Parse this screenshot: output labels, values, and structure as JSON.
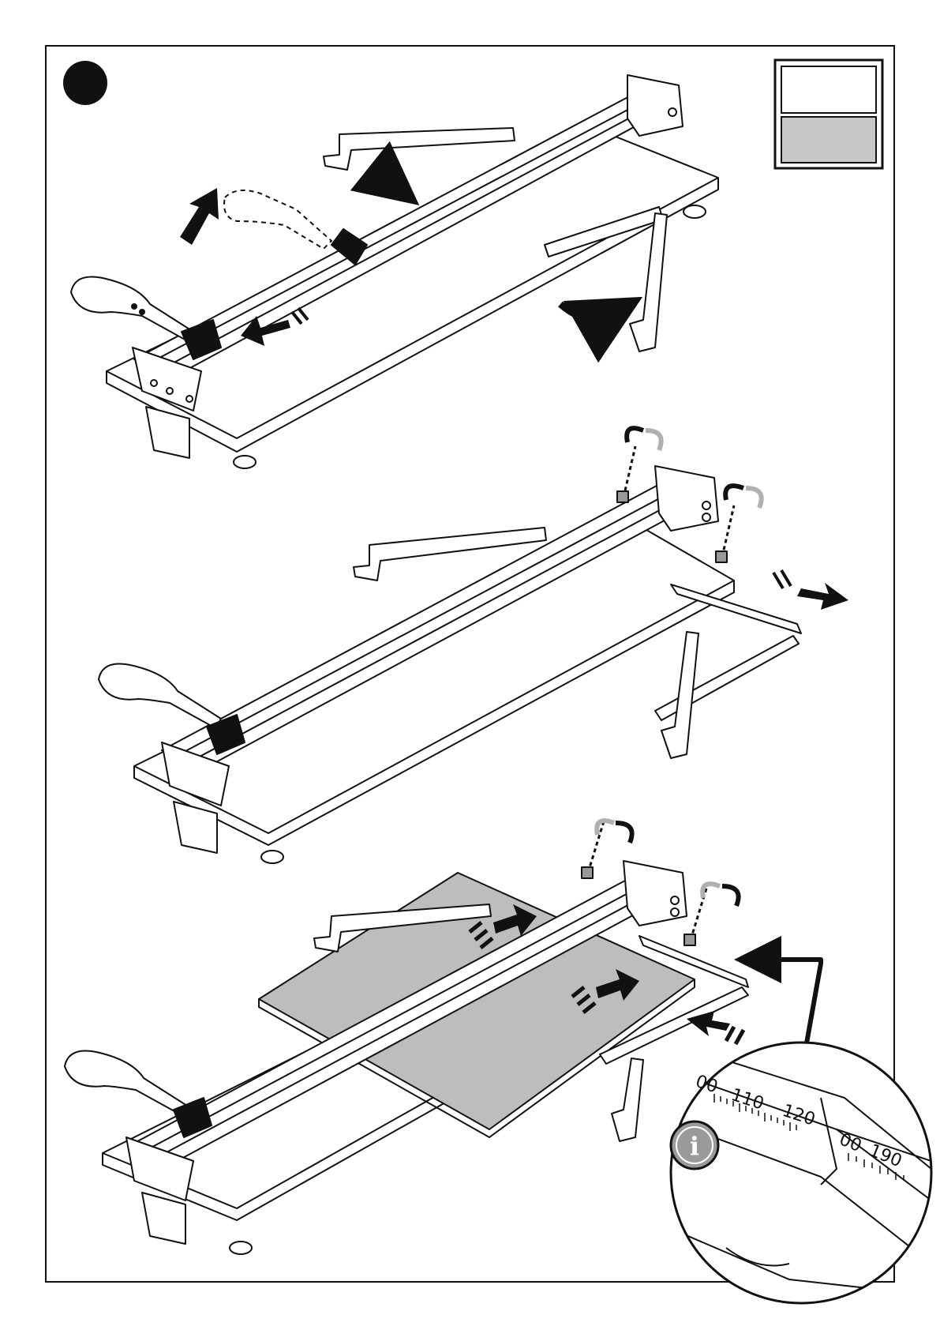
{
  "page": {
    "frame_color": "#000000",
    "background": "#ffffff"
  },
  "step_marker": {
    "icon": "filled-circle"
  },
  "legend": {
    "top_swatch_color": "#ffffff",
    "bottom_swatch_color": "#c8c8c8"
  },
  "colors": {
    "line": "#111111",
    "tile": "#bdbdbd",
    "knob_active": "#111111",
    "knob_inactive": "#b0b0b0",
    "info_badge": "#9a9a9a"
  },
  "panels": [
    {
      "id": "fold-out",
      "arrows": [
        "lift-handle-arrow",
        "slide-arrow",
        "rotate-support-arrow",
        "unfold-leg-arrow"
      ]
    },
    {
      "id": "extend-stop",
      "arrows": [
        "loosen-knob-left",
        "loosen-knob-right",
        "pull-stop-arrow"
      ]
    },
    {
      "id": "place-tile",
      "arrows": [
        "tighten-knob-left",
        "tighten-knob-right",
        "push-tile-arrow-1",
        "push-tile-arrow-2",
        "push-stop-arrow",
        "detail-pointer-arrow"
      ]
    }
  ],
  "detail": {
    "scale_labels": [
      "00",
      "110",
      "120",
      "00",
      "190"
    ],
    "info_icon": "i"
  }
}
